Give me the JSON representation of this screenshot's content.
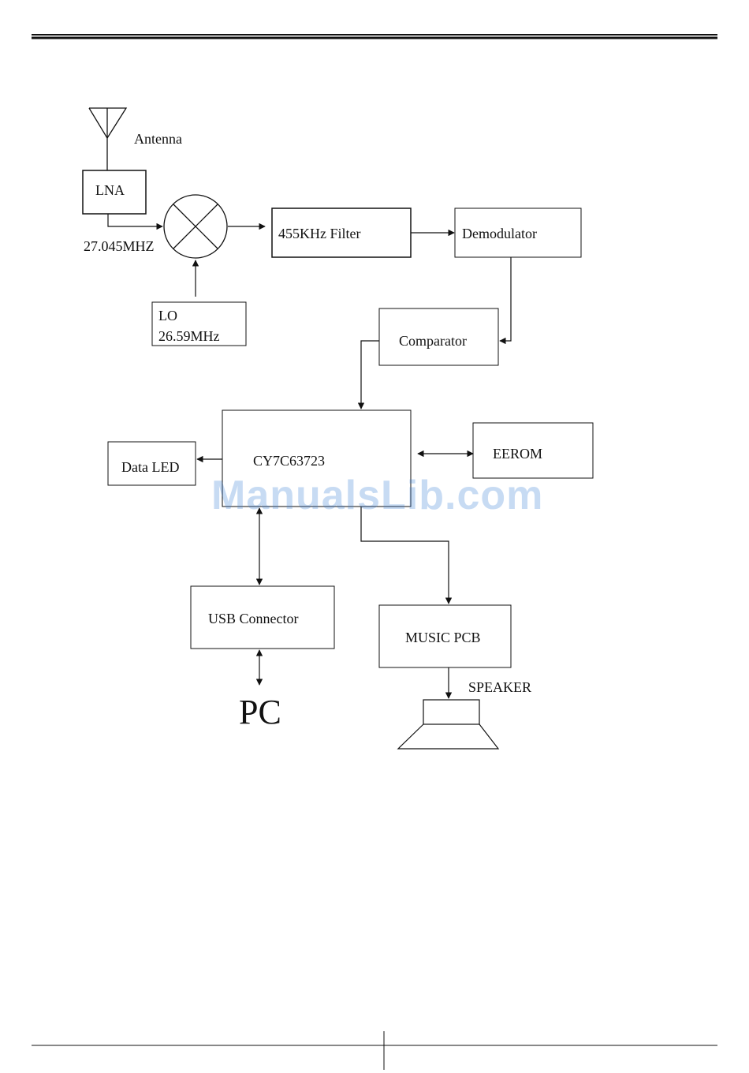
{
  "diagram": {
    "antenna_label": "Antenna",
    "lna_label": "LNA",
    "input_freq_label": "27.045MHZ",
    "lo_label_line1": "LO",
    "lo_label_line2": "26.59MHz",
    "filter_label": "455KHz Filter",
    "demodulator_label": "Demodulator",
    "comparator_label": "Comparator",
    "mcu_label": "CY7C63723",
    "data_led_label": "Data LED",
    "eerom_label": "EEROM",
    "usb_connector_label": "USB Connector",
    "pc_label": "PC",
    "music_pcb_label": "MUSIC PCB",
    "speaker_label": "SPEAKER"
  },
  "watermark": {
    "text": "ManualsLib.com",
    "color": "#3a7fd6"
  },
  "colors": {
    "line": "#111111",
    "background": "#ffffff"
  }
}
